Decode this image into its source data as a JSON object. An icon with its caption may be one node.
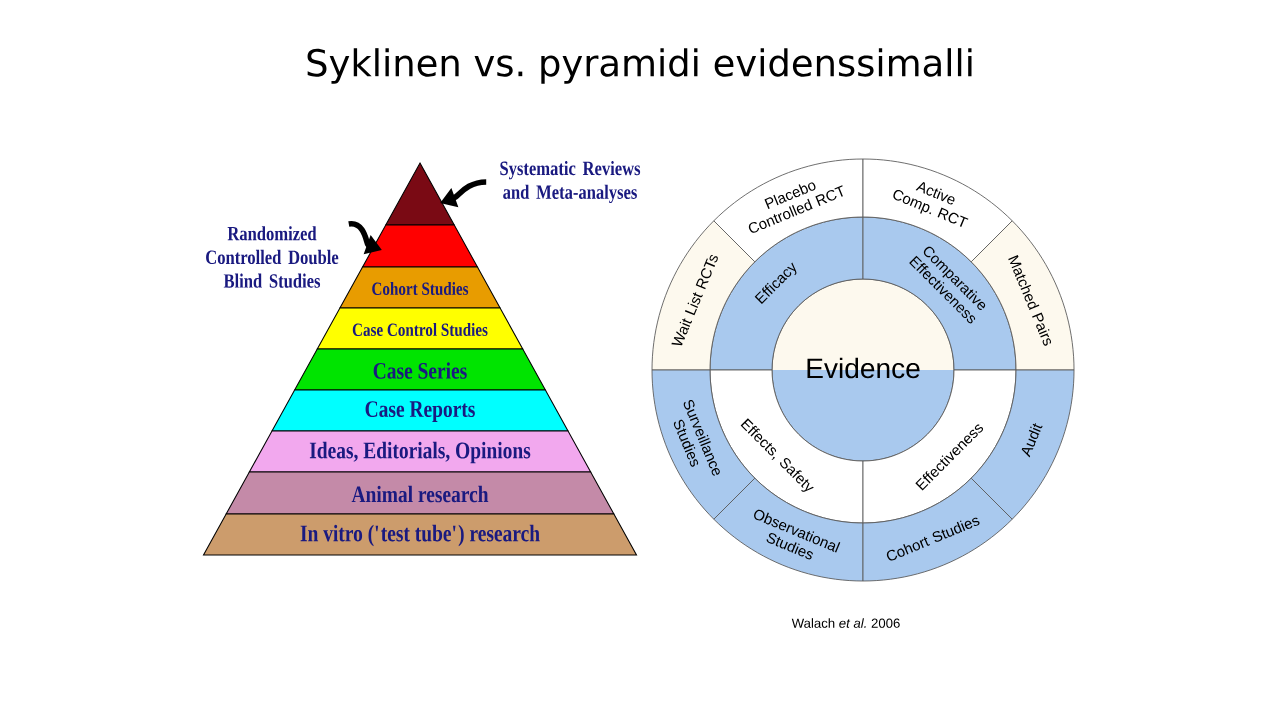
{
  "diagram": {
    "title": "Syklinen vs. pyramidi evidenssimalli",
    "caption": "Walach *et al.* 2006",
    "nodes": [
      {
        "text": [],
        "shape": "triangle"
      },
      {
        "text": [],
        "shape": "band"
      },
      {
        "text": [
          "Cohort Studies"
        ]
      },
      {
        "text": [
          "Case Control Studies"
        ]
      },
      {
        "text": [
          "Case Series"
        ]
      },
      {
        "text": [
          "Case Reports"
        ]
      },
      {
        "text": [
          "Ideas, Editorials, Opinions"
        ]
      },
      {
        "text": [
          "Animal research"
        ]
      },
      {
        "text": [
          "In vitro ('test tube') research"
        ]
      },
      {
        "text": [
          "Systematic Reviews and Meta-analyses"
        ]
      },
      {
        "text": [
          "Randomized Controlled Double Blind Studies"
        ]
      },
      {
        "text": [
          "Evidence"
        ]
      },
      {
        "text": [
          "Efficacy"
        ]
      },
      {
        "text": [
          "Comparative Effectiveness"
        ]
      },
      {
        "text": [
          "Effects, Safety"
        ]
      },
      {
        "text": [
          "Effectiveness"
        ]
      },
      {
        "text": [
          "Placebo Controlled RCT"
        ]
      },
      {
        "text": [
          "Active Comp. RCT"
        ]
      },
      {
        "text": [
          "Wait List RCTs"
        ]
      },
      {
        "text": [
          "Matched Pairs"
        ]
      },
      {
        "text": [
          "Surveillance Studies"
        ]
      },
      {
        "text": [
          "Audit"
        ]
      },
      {
        "text": [
          "Observational Studies"
        ]
      },
      {
        "text": [
          "Cohort Studies"
        ]
      }
    ],
    "edges": [
      {
        "from": 9,
        "to": 0,
        "arrow": "to"
      },
      {
        "from": 10,
        "to": 1,
        "arrow": "to"
      }
    ]
  }
}
